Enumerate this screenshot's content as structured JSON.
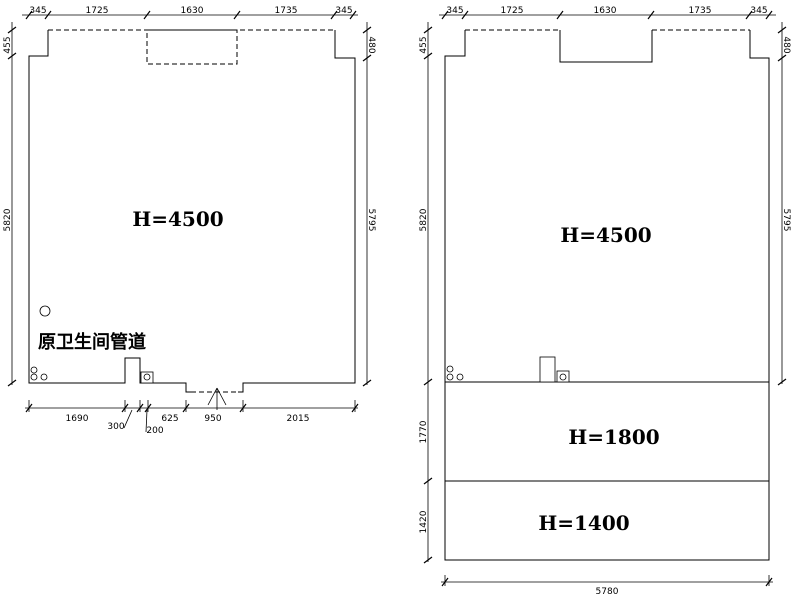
{
  "left_plan": {
    "height_label": "H=4500",
    "pipe_label": "原卫生间管道",
    "top_dims": [
      "345",
      "1725",
      "1630",
      "1735",
      "345"
    ],
    "bottom_dims": [
      "1690",
      "300",
      "200",
      "625",
      "950",
      "2015"
    ],
    "left_dims": [
      "455",
      "5820"
    ],
    "right_dims": [
      "480",
      "5795"
    ]
  },
  "right_plan": {
    "height_labels": [
      "H=4500",
      "H=1800",
      "H=1400"
    ],
    "top_dims": [
      "345",
      "1725",
      "1630",
      "1735",
      "345"
    ],
    "left_dims": [
      "455",
      "5820",
      "1770",
      "1420"
    ],
    "right_dims": [
      "480",
      "5795"
    ],
    "bottom_dim": "5780"
  }
}
